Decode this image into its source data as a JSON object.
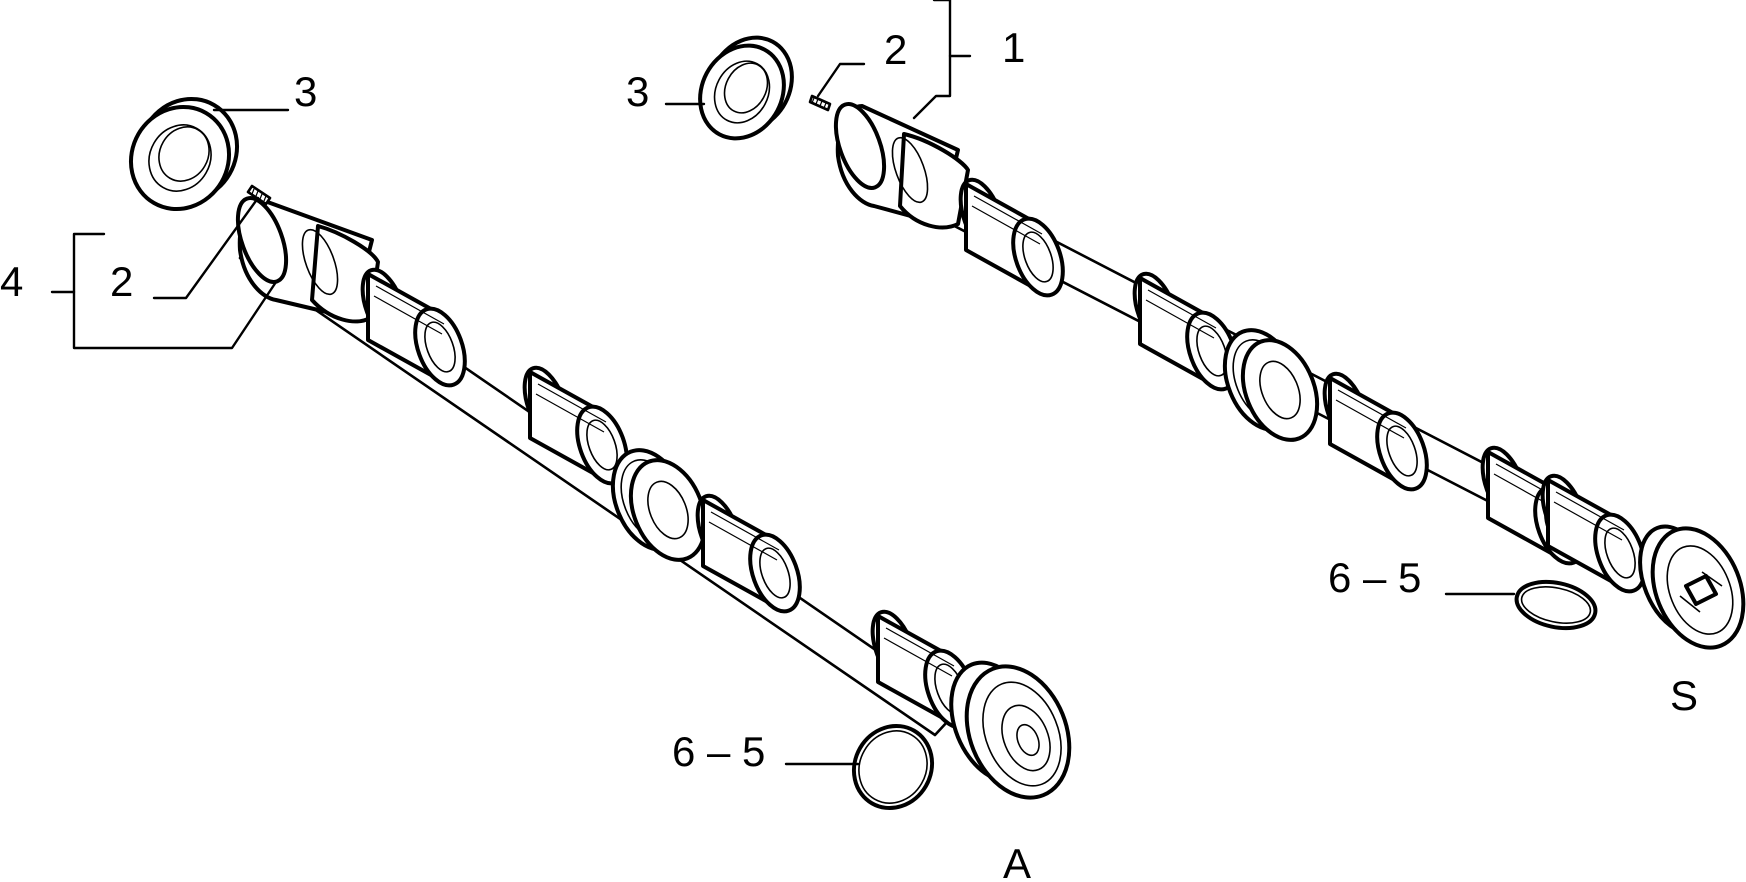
{
  "diagram": {
    "labels": {
      "left_seal": "3",
      "left_pin": "2",
      "left_bracket": "4",
      "left_plug": "6 – 5",
      "left_shaft_tag": "A",
      "right_seal": "3",
      "right_pin": "2",
      "right_bracket": "1",
      "right_plug": "6 – 5",
      "right_shaft_tag": "S"
    },
    "colors": {
      "line": "#000000",
      "background": "#ffffff"
    }
  }
}
